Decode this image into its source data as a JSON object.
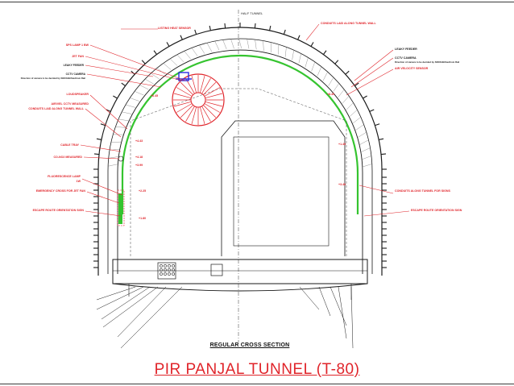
{
  "section_label": "REGULAR CROSS SECTION",
  "title": "PIR PANJAL TUNNEL (T-80)",
  "top_axis_label": "HALF TUNNEL",
  "colors": {
    "annotation_red": "#e0242a",
    "drawing_black": "#1a1a1a",
    "green_pipe": "#35c42f",
    "blue_equipment": "#2a2ee0",
    "frame_line": "#3a3a3a"
  },
  "labels_left": [
    {
      "text": "LISTING HEAT SENSOR",
      "color": "red"
    },
    {
      "text": "SPS LAMP 1 BW",
      "color": "red"
    },
    {
      "text": "JET FAN",
      "color": "red"
    },
    {
      "text": "LEAKY FEEDER",
      "color": "black"
    },
    {
      "text": "CCTV CAMERA",
      "color": "black"
    },
    {
      "text": "Direction of camera to be decided by SNOOdb/Siedtrom Rail",
      "color": "black"
    },
    {
      "text": "LOUDSPEAKER",
      "color": "red"
    },
    {
      "text": "AIR/VEL CCTV MEASURED",
      "color": "red"
    },
    {
      "text": "CONDUITS LAID ALONG TUNNEL WALL",
      "color": "red"
    },
    {
      "text": "CABLE TRAY",
      "color": "red"
    },
    {
      "text": "CO-NO2 MEASURED",
      "color": "red"
    },
    {
      "text": "FLUORESCENCE LAMP",
      "color": "red"
    },
    {
      "text": "1W",
      "color": "red"
    },
    {
      "text": "EMERGENCY CROSS FOR JET FAN",
      "color": "red"
    },
    {
      "text": "ESCAPE ROUTE ORIENTATION SIGN",
      "color": "red"
    }
  ],
  "labels_right": [
    {
      "text": "CONDUITS LAID ALONG TUNNEL WALL",
      "color": "red"
    },
    {
      "text": "LEAKY FEEDER",
      "color": "black"
    },
    {
      "text": "CCTV CAMERA",
      "color": "black"
    },
    {
      "text": "Direction of camera to be decided by SNOOdb/Siedtrom Rail",
      "color": "black"
    },
    {
      "text": "AIR VELOCITY SENSOR",
      "color": "red"
    },
    {
      "text": "CONDUITS ALONG TUNNEL FOR SIGNS",
      "color": "red"
    },
    {
      "text": "ESCAPE ROUTE ORIENTATION SIGN",
      "color": "red"
    }
  ],
  "dimension_marks": [
    "+6.45",
    "+8.45",
    "+4.43",
    "+4.18",
    "+3.99",
    "+2.25",
    "+1.80",
    "+1.49",
    "+3.40"
  ]
}
